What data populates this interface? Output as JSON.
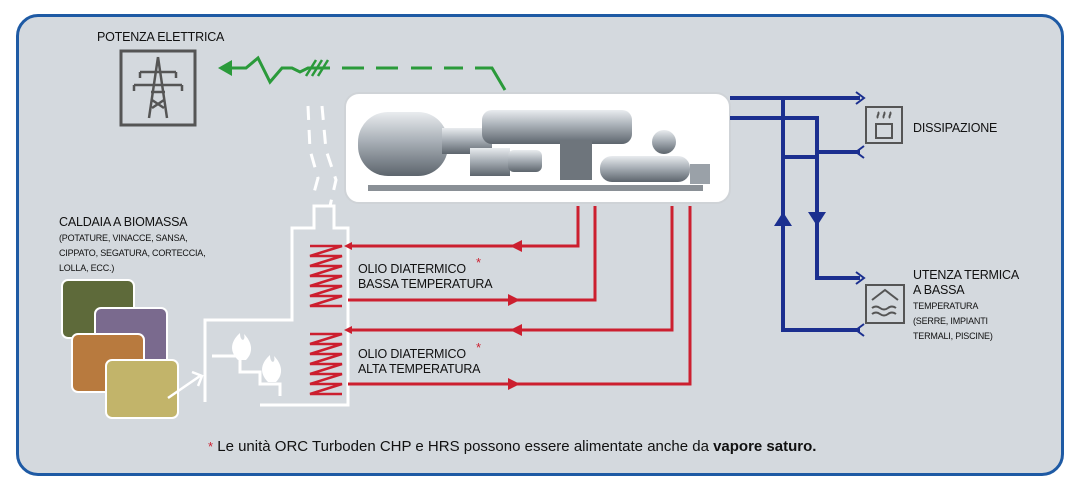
{
  "labels": {
    "power": "POTENZA ELETTRICA",
    "boiler_title": "CALDAIA A BIOMASSA",
    "boiler_desc": [
      "(POTATURE, VINACCE, SANSA,",
      "CIPPATO, SEGATURA, CORTECCIA,",
      "LOLLA, ECC.)"
    ],
    "oil_low": [
      "OLIO DIATERMICO",
      "BASSA TEMPERATURA"
    ],
    "oil_high": [
      "OLIO DIATERMICO",
      "ALTA TEMPERATURA"
    ],
    "dissipation": "DISSIPAZIONE",
    "thermal_user": [
      "UTENZA TERMICA",
      "A BASSA"
    ],
    "thermal_user_desc": [
      "TEMPERATURA",
      "(SERRE, IMPIANTI",
      "TERMALI, PISCINE)"
    ],
    "star": "*"
  },
  "footer": {
    "text": "Le unità ORC Turboden CHP e HRS possono essere alimentate anche da ",
    "bold": "vapore saturo."
  },
  "colors": {
    "frame": "#1e5aa4",
    "background": "#d4d9de",
    "electric": "#2a9a3a",
    "oil": "#cc1f2f",
    "water": "#1b2f8f",
    "icon": "#555555"
  },
  "icons": [
    "pylon-icon",
    "flame-icon",
    "dissipation-icon",
    "water-heat-icon",
    "biomass-photo-icon",
    "orc-turbine-icon"
  ]
}
